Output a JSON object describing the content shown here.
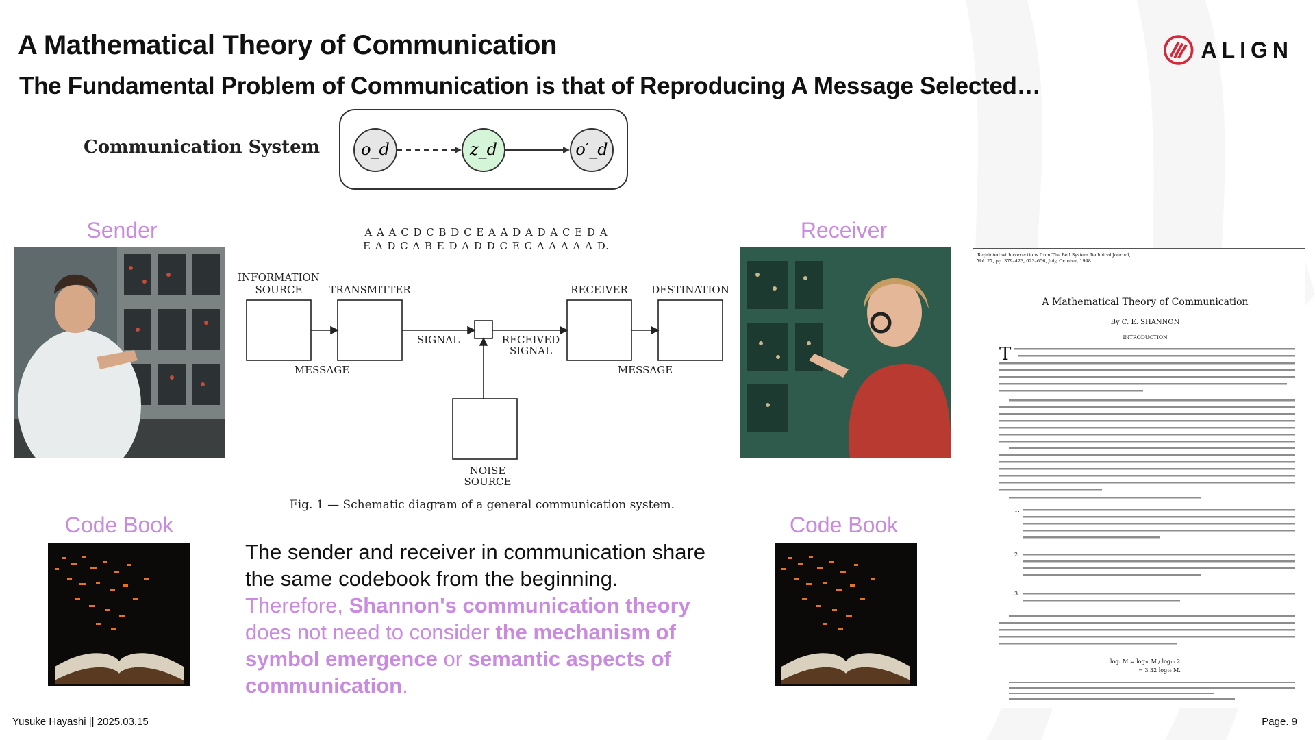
{
  "header": {
    "title": "A Mathematical Theory of Communication",
    "subtitle": "The Fundamental Problem of Communication is that of Reproducing A Message Selected…"
  },
  "logo": {
    "text": "ALIGN",
    "accent_color": "#d6283b"
  },
  "comm_system": {
    "label": "Communication System",
    "nodes": [
      "o_d",
      "z_d",
      "o′_d"
    ],
    "node_colors": {
      "observed": "#e6e6e6",
      "latent": "#d5f5d8"
    }
  },
  "labels": {
    "sender": "Sender",
    "receiver": "Receiver",
    "codebook_left": "Code Book",
    "codebook_right": "Code Book"
  },
  "schematic": {
    "sequence_line1": "A A A C D C B D C E A A D A D A C E D A",
    "sequence_line2": "E A D C A B E D A D D C E C A A A A A D.",
    "information_source_1": "INFORMATION",
    "information_source_2": "SOURCE",
    "transmitter": "TRANSMITTER",
    "receiver": "RECEIVER",
    "destination": "DESTINATION",
    "signal": "SIGNAL",
    "received_signal_1": "RECEIVED",
    "received_signal_2": "SIGNAL",
    "message_left": "MESSAGE",
    "message_right": "MESSAGE",
    "noise_source_1": "NOISE",
    "noise_source_2": "SOURCE",
    "caption": "Fig. 1 — Schematic diagram of a general communication system."
  },
  "paragraph": {
    "p1": "The sender and receiver in communication share the same codebook from the beginning.",
    "p2a": "Therefore, ",
    "p2b": "Shannon's communication theory",
    "p2c": " does not need to consider ",
    "p2d": "the mechanism of symbol emergence",
    "p2e": " or ",
    "p2f": "semantic aspects of communication",
    "p2g": "."
  },
  "paper": {
    "reprint_1": "Reprinted with corrections from The Bell System Technical Journal,",
    "reprint_2": "Vol. 27, pp. 379–423, 623–656, July, October, 1948.",
    "title": "A Mathematical Theory of Communication",
    "author": "By C. E. SHANNON",
    "section": "INTRODUCTION",
    "dropcap": "T",
    "list_1": "1.",
    "list_2": "2.",
    "list_3": "3.",
    "formula_1": "log₂ M = log₁₀ M / log₁₀ 2",
    "formula_2": "= 3.32 log₁₀ M."
  },
  "footer": {
    "author_date": "Yusuke Hayashi   ||   2025.03.15",
    "page": "Page. 9"
  }
}
